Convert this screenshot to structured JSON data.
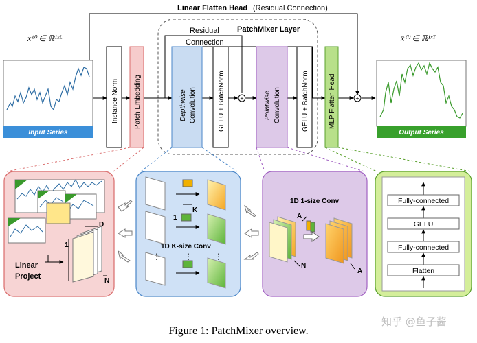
{
  "top": {
    "linear_flatten_head": "Linear Flatten Head",
    "residual_connection": "(Residual Connection)",
    "patchmixer_layer": "PatchMixer Layer",
    "residual": "Residual",
    "connection": "Connection",
    "input_math": "x⁽ⁱ⁾ ∈ ℝ¹ˣᴸ",
    "output_math": "x̂⁽ⁱ⁾ ∈ ℝ¹ˣᵀ"
  },
  "series": {
    "input_label": "Input Series",
    "output_label": "Output Series"
  },
  "blocks": {
    "instance_norm": "Instance Norm",
    "patch_embedding": "Patch Embedding",
    "depthwise": "Depthwise",
    "convolution": "Convolution",
    "gelu_batchnorm": "GELU + BatchNorm",
    "pointwise": "Pointwise",
    "mlp_flatten_head": "MLP Flatten Head",
    "plus": "+"
  },
  "panels": {
    "linear": "Linear",
    "project": "Project",
    "dim_d": "D",
    "dim_1": "1",
    "dim_n": "N",
    "dim_k": "K",
    "k_size_conv": "1D K-size Conv",
    "one_size_conv": "1D 1-size Conv",
    "dim_a": "A",
    "dots": "⋮"
  },
  "head_stack": [
    "Fully-connected",
    "GELU",
    "Fully-connected",
    "Flatten"
  ],
  "caption": "Figure 1: PatchMixer overview.",
  "watermark": "知乎 @鱼子酱",
  "colors": {
    "blue_block": "#c9dcf2",
    "blue_border": "#4a86c8",
    "pink_block": "#f6cccc",
    "pink_border": "#d96b6b",
    "purple_block": "#ddc9e8",
    "purple_border": "#a160c2",
    "green_block": "#b8e08a",
    "green_border": "#5aa02c",
    "series_line_in": "#2e6da4",
    "series_line_out": "#3a9a2c",
    "input_bar": "#3b8fd9",
    "output_bar": "#38a02c"
  }
}
